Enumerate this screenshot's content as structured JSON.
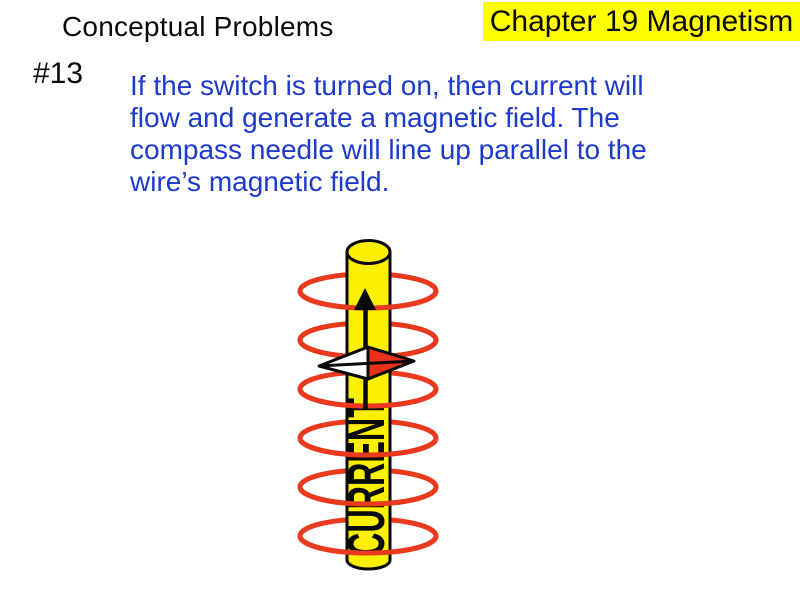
{
  "heading": "Conceptual Problems",
  "banner": {
    "title": "Chapter 19 Magnetism"
  },
  "problem": {
    "number": "#13",
    "lines": [
      "If the switch is turned on, then current will",
      "flow and generate a magnetic field. The",
      "compass needle will line up parallel to the",
      "wire’s magnetic field."
    ]
  },
  "diagram": {
    "current_label": "CURRENT",
    "arrow_direction": "up",
    "ring_count": 6,
    "ring_cy": [
      291,
      340,
      389,
      438,
      487,
      536
    ]
  },
  "colors": {
    "banner-yellow": "#ffff00",
    "wire-yellow": "#fbf000",
    "field-red": "#e93a1e",
    "needle-red": "#e8301b",
    "text-blue": "#1d3acd",
    "ink-black": "#0a0a0a"
  }
}
